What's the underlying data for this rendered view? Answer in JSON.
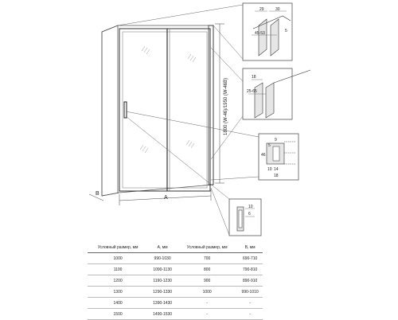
{
  "diagram": {
    "height_label": "1800 (W-46)/1950 (W-46B)",
    "width_label": "A",
    "depth_label": "B",
    "detail_top": {
      "dim_29": "29",
      "dim_30": "30",
      "dim_45_53": "45-53",
      "dim_5": "5"
    },
    "detail_mid": {
      "dim_18": "18",
      "dim_25_65": "25-65"
    },
    "detail_handle": {
      "dim_9": "9",
      "dim_5": "5",
      "dim_46": "46",
      "dim_10": "10",
      "dim_14": "14",
      "dim_18": "18"
    },
    "detail_bottom": {
      "dim_10": "10",
      "dim_6": "6"
    }
  },
  "table": {
    "headers": [
      "Условный размер, мм",
      "А, мм",
      "Условный размер, мм",
      "В, мм"
    ],
    "rows": [
      [
        "1000",
        "990-1030",
        "700",
        "690-710"
      ],
      [
        "1100",
        "1090-1130",
        "800",
        "790-810"
      ],
      [
        "1200",
        "1190-1230",
        "900",
        "890-910"
      ],
      [
        "1300",
        "1290-1330",
        "1000",
        "990-1010"
      ],
      [
        "1400",
        "1390-1430",
        "-",
        "-"
      ],
      [
        "1500",
        "1490-1530",
        "-",
        "-"
      ]
    ]
  }
}
